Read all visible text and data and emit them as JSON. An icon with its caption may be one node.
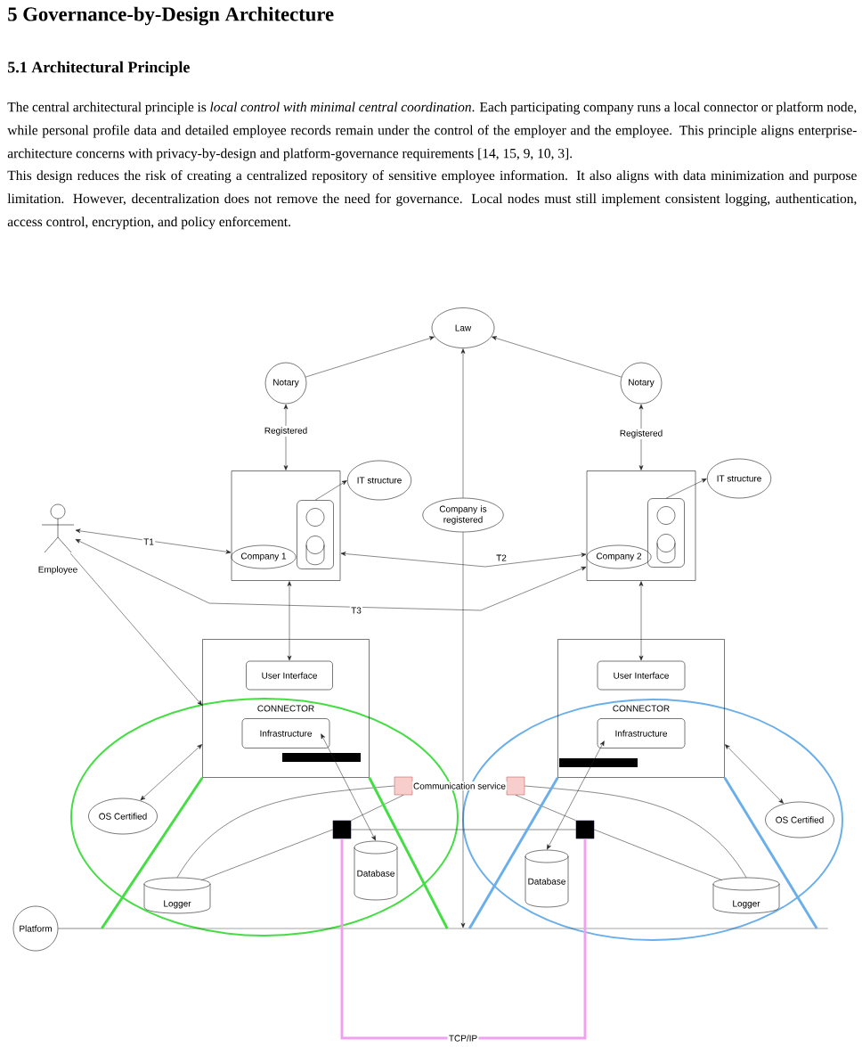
{
  "diagram": {
    "title": "5 Governance-by-Design Architecture",
    "nodes": [
      {
        "text": [
          "Law"
        ]
      },
      {
        "text": [
          "Notary"
        ]
      },
      {
        "text": [
          "Notary"
        ]
      },
      {
        "text": [],
        "shape": "box"
      },
      {
        "text": [
          "Company 1"
        ],
        "in": 3
      },
      {
        "text": [],
        "shape": "box",
        "in": 3
      },
      {
        "text": [
          "IT structure"
        ]
      },
      {
        "text": [
          "Company is registered"
        ]
      },
      {
        "text": [],
        "shape": "box"
      },
      {
        "text": [
          "Company 2"
        ],
        "in": 8
      },
      {
        "text": [],
        "shape": "box",
        "in": 8
      },
      {
        "text": [
          "IT structure"
        ]
      },
      {
        "text": [
          "Employee"
        ]
      },
      {
        "text": [
          "CONNECTOR"
        ]
      },
      {
        "text": [
          "User Interface"
        ],
        "in": 13
      },
      {
        "text": [
          "Infrastructure"
        ],
        "in": 13
      },
      {
        "text": [
          "CONNECTOR"
        ]
      },
      {
        "text": [
          "User Interface"
        ],
        "in": 16
      },
      {
        "text": [
          "Infrastructure"
        ],
        "in": 16
      },
      {
        "text": [
          "OS Certified"
        ]
      },
      {
        "text": [
          "OS Certified"
        ]
      },
      {
        "text": [],
        "shape": "box"
      },
      {
        "text": [],
        "shape": "box"
      },
      {
        "text": [],
        "shape": "box"
      },
      {
        "text": [],
        "shape": "box"
      },
      {
        "text": [
          "Logger"
        ]
      },
      {
        "text": [
          "Database"
        ]
      },
      {
        "text": [
          "Database"
        ]
      },
      {
        "text": [
          "Logger"
        ]
      },
      {
        "text": [
          "Platform"
        ]
      },
      {
        "text": [],
        "shape": "bar"
      }
    ],
    "edges": [
      {
        "from": 1,
        "to": 0,
        "arrow": "to"
      },
      {
        "from": 2,
        "to": 0,
        "arrow": "to"
      },
      {
        "from": 1,
        "to": 3,
        "arrow": "both",
        "label": "Registered"
      },
      {
        "from": 2,
        "to": 8,
        "arrow": "both",
        "label": "Registered"
      },
      {
        "from": 5,
        "to": 6,
        "arrow": "to"
      },
      {
        "from": 10,
        "to": 11,
        "arrow": "to"
      },
      {
        "from": 12,
        "to": 3,
        "arrow": "both",
        "label": "T1"
      },
      {
        "from": 3,
        "to": 8,
        "arrow": "both",
        "label": "T2"
      },
      {
        "from": 12,
        "to": 8,
        "arrow": "both",
        "label": "T3"
      },
      {
        "from": 12,
        "to": 13,
        "arrow": "to"
      },
      {
        "from": 3,
        "to": 14,
        "arrow": "both"
      },
      {
        "from": 8,
        "to": 17,
        "arrow": "both"
      },
      {
        "from": 7,
        "to": 0,
        "arrow": "to"
      },
      {
        "from": 7,
        "to": 30,
        "arrow": "to"
      },
      {
        "from": 19,
        "to": 13,
        "arrow": "both"
      },
      {
        "from": 20,
        "to": 16,
        "arrow": "both"
      },
      {
        "from": 15,
        "to": 26,
        "arrow": "both"
      },
      {
        "from": 18,
        "to": 27,
        "arrow": "both"
      },
      {
        "from": 21,
        "to": 22,
        "arrow": "none",
        "label": "Communication service"
      },
      {
        "from": 21,
        "to": 25,
        "arrow": "none"
      },
      {
        "from": 21,
        "to": 23,
        "arrow": "none"
      },
      {
        "from": 23,
        "to": 25,
        "arrow": "none"
      },
      {
        "from": 23,
        "to": 24,
        "arrow": "none"
      },
      {
        "from": 22,
        "to": 24,
        "arrow": "none"
      },
      {
        "from": 22,
        "to": 28,
        "arrow": "none"
      },
      {
        "from": 24,
        "to": 28,
        "arrow": "none"
      },
      {
        "from": 23,
        "to": 24,
        "arrow": "none",
        "label": "TCP/IP",
        "style": "thick",
        "color": "#f0a0f0"
      },
      {
        "from": 29,
        "to": 30,
        "arrow": "none"
      },
      {
        "from": 13,
        "to": 30,
        "arrow": "none",
        "style": "thick",
        "color": "#44dd44"
      },
      {
        "from": 13,
        "to": 30,
        "arrow": "none",
        "style": "thick",
        "color": "#44dd44"
      },
      {
        "from": 16,
        "to": 30,
        "arrow": "none",
        "style": "thick",
        "color": "#6aaeea"
      },
      {
        "from": 16,
        "to": 30,
        "arrow": "none",
        "style": "thick",
        "color": "#6aaeea"
      }
    ],
    "labels": [
      "5.1 Architectural Principle",
      "The central architectural principle is *local control with minimal central coordination*. Each participating company runs a local connector or platform node, while personal profile data and detailed employee records remain under the control of the employer and the employee. This principle aligns enterprise-architecture concerns with privacy-by-design and platform-governance requirements [14, 15, 9, 10, 3].",
      "This design reduces the risk of creating a centralized repository of sensitive employee information. It also aligns with data minimization and purpose limitation. However, decentralization does not remove the need for governance. Local nodes must still implement consistent logging, authentication, access control, encryption, and policy enforcement."
    ]
  }
}
